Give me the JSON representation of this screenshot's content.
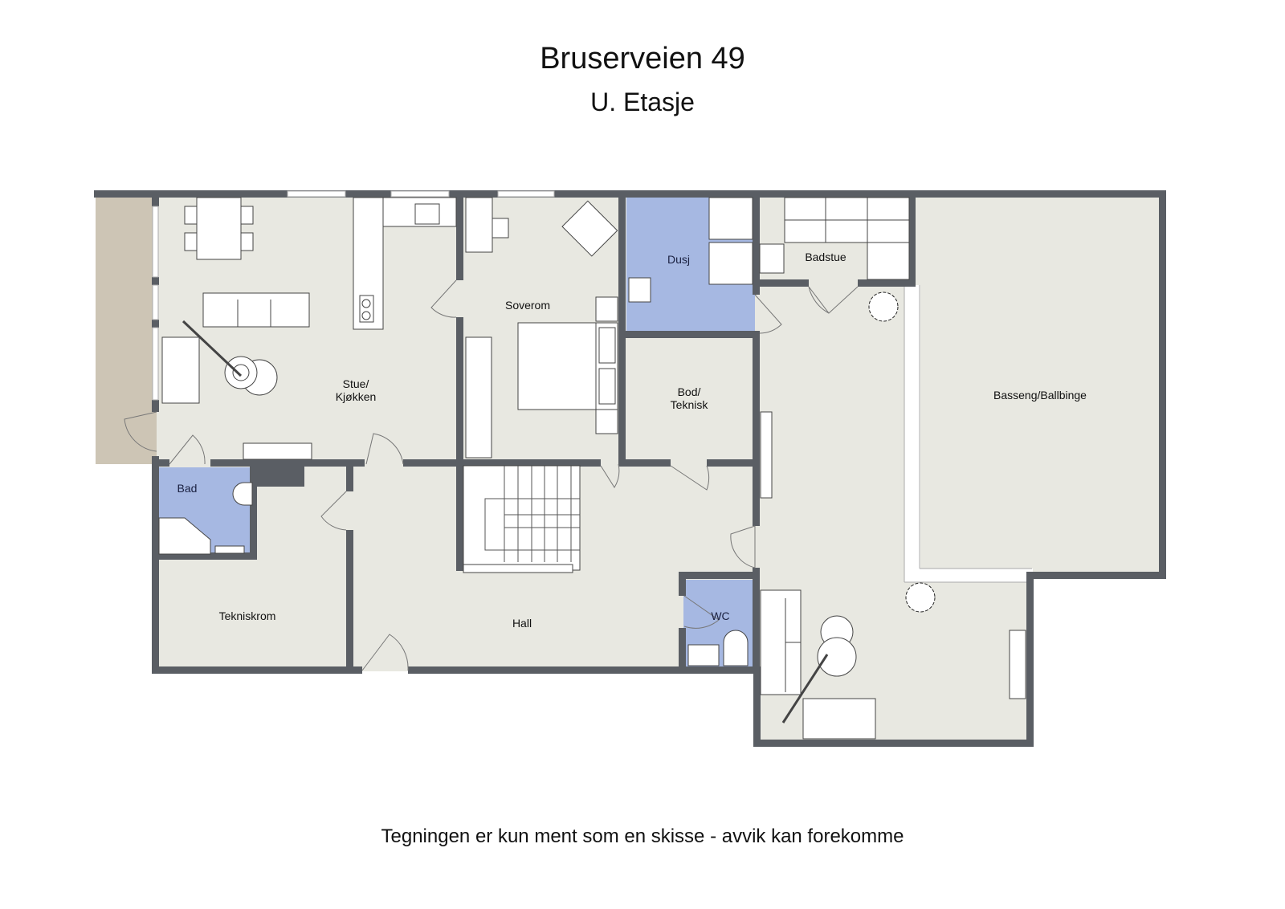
{
  "header": {
    "title": "Bruserveien 49",
    "subtitle": "U. Etasje"
  },
  "footer": {
    "note": "Tegningen er kun ment som en skisse - avvik kan forekomme"
  },
  "colors": {
    "wall": "#5a5e64",
    "floor": "#e8e8e1",
    "wet_room": "#a6b8e2",
    "terrace": "#cdc5b5",
    "furniture": "#ffffff"
  },
  "rooms": {
    "stue_kjokken_line1": "Stue/",
    "stue_kjokken_line2": "Kjøkken",
    "soverom": "Soverom",
    "dusj": "Dusj",
    "badstue": "Badstue",
    "basseng": "Basseng/Ballbinge",
    "bod_line1": "Bod/",
    "bod_line2": "Teknisk",
    "bad": "Bad",
    "tekniskrom": "Tekniskrom",
    "hall": "Hall",
    "wc": "WC"
  }
}
